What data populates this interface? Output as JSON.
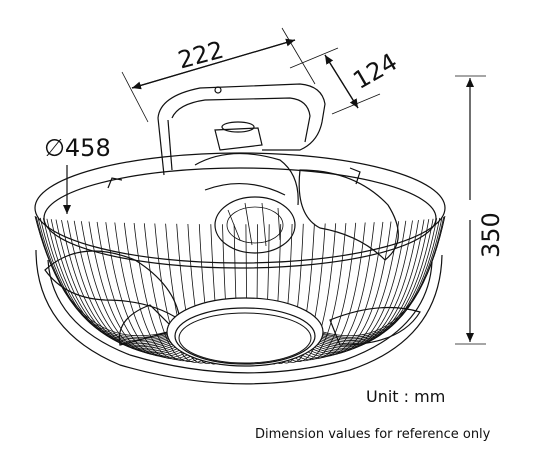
{
  "dimensions": {
    "width": "222",
    "depth": "124",
    "diameter": "∅458",
    "height": "350"
  },
  "unit_label": "Unit : mm",
  "disclaimer": "Dimension values for reference only",
  "colors": {
    "line": "#111111",
    "background": "#ffffff"
  }
}
